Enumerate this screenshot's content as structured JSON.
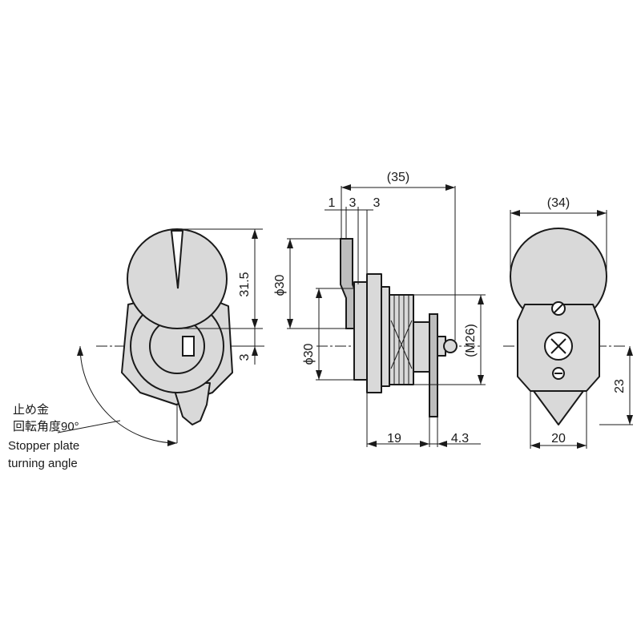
{
  "side_view": {
    "dim_overall_length": "(35)",
    "dim_plate_thickness": "1",
    "dim_gap_a": "3",
    "dim_gap_b": "3",
    "dim_outer_diameter": "ϕ30",
    "dim_body_diameter": "ϕ30",
    "dim_thread": "(M26)",
    "dim_body_length": "19",
    "dim_cam_thickness": "4.3"
  },
  "front_view": {
    "dim_radius_height": "31.5",
    "dim_offset": "3"
  },
  "rear_view": {
    "dim_width": "(34)",
    "dim_height": "23",
    "dim_bottom_width": "20"
  },
  "note": {
    "line_jp_1": "止め金",
    "line_jp_2": "回転角度90°",
    "line_en_1": "Stopper plate",
    "line_en_2": "turning angle"
  }
}
